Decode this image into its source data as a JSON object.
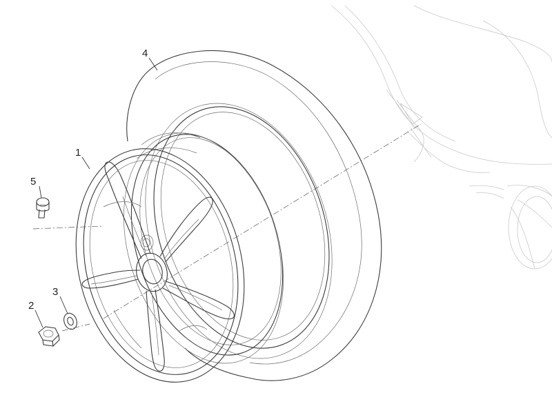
{
  "diagram": {
    "callouts": [
      {
        "id": "1",
        "label": "1",
        "part": "rim"
      },
      {
        "id": "2",
        "label": "2",
        "part": "nut"
      },
      {
        "id": "3",
        "label": "3",
        "part": "washer"
      },
      {
        "id": "4",
        "label": "4",
        "part": "tyre"
      },
      {
        "id": "5",
        "label": "5",
        "part": "valve"
      }
    ]
  },
  "colors": {
    "line": "#3a3a3a",
    "ghost": "#c9c9c9",
    "background": "#ffffff"
  }
}
